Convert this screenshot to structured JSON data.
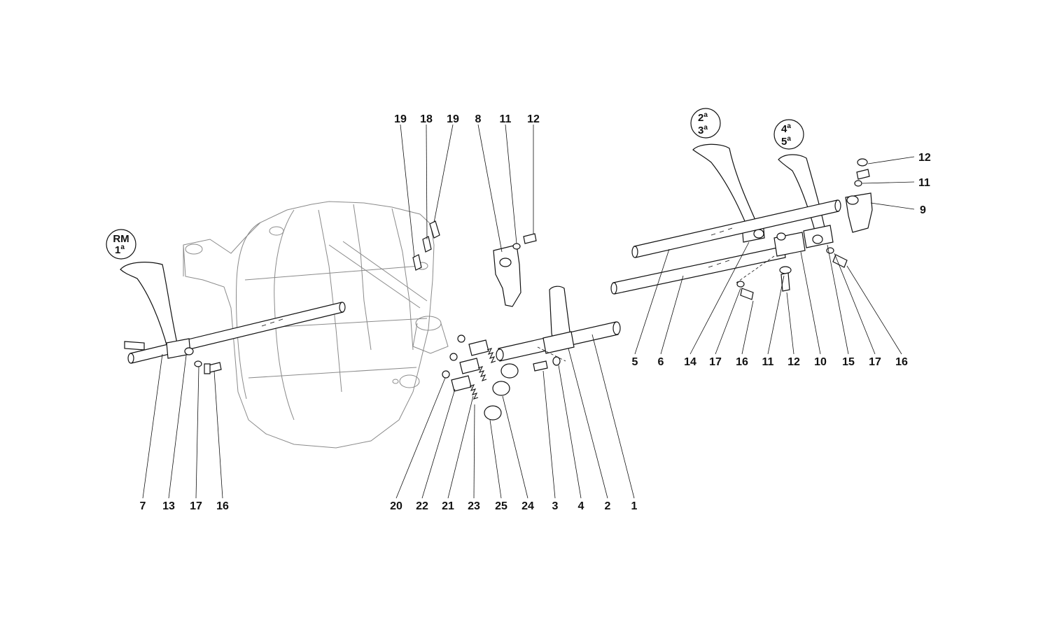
{
  "gear_groups": {
    "rm_1": {
      "line1": "RM",
      "line2_base": "1",
      "line2_sup": "a"
    },
    "g2_3": {
      "line1_base": "2",
      "line1_sup": "a",
      "line2_base": "3",
      "line2_sup": "a"
    },
    "g4_5": {
      "line1_base": "4",
      "line1_sup": "a",
      "line2_base": "5",
      "line2_sup": "a"
    }
  },
  "callouts_top": [
    "19",
    "18",
    "19",
    "8",
    "11",
    "12"
  ],
  "callouts_bottom_left": [
    "7",
    "13",
    "17",
    "16"
  ],
  "callouts_bottom_mid": [
    "20",
    "22",
    "21",
    "23",
    "25",
    "24",
    "3",
    "4",
    "2",
    "1"
  ],
  "callouts_bottom_right": [
    "5",
    "6",
    "14",
    "17",
    "16",
    "11",
    "12",
    "10",
    "15",
    "17",
    "16"
  ],
  "callouts_right_side": [
    "12",
    "11",
    "9"
  ]
}
